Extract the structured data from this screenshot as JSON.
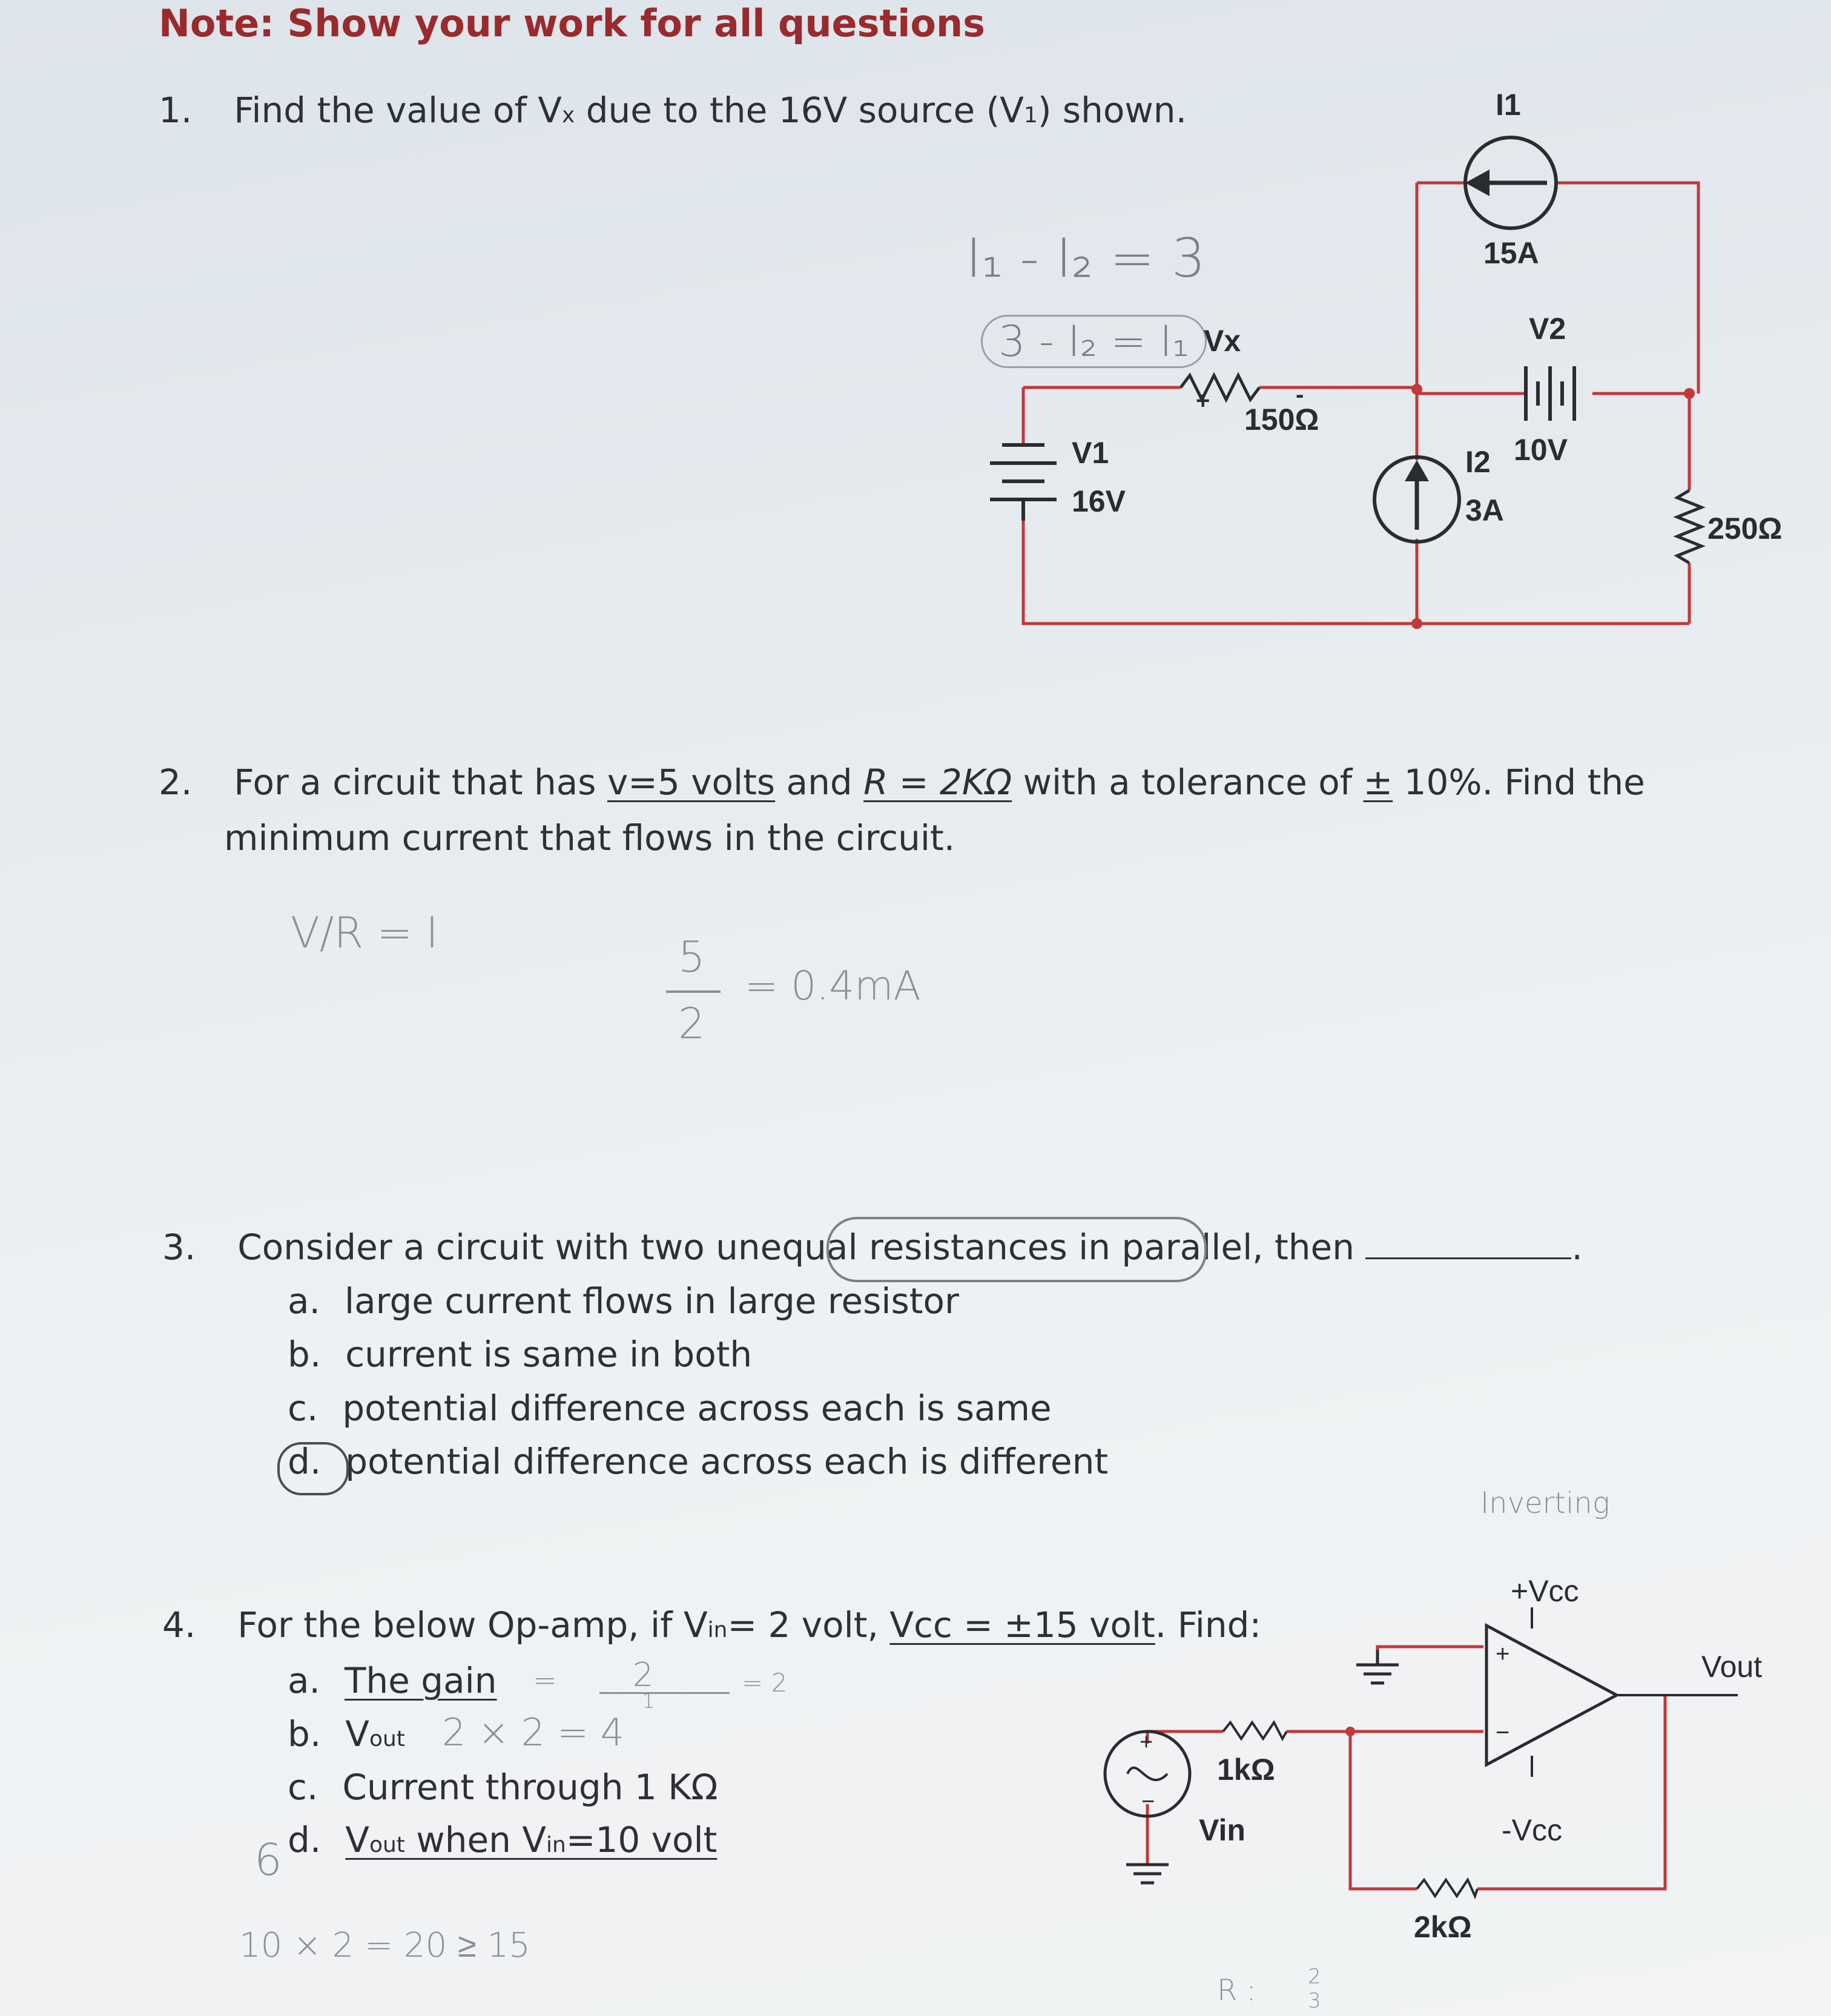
{
  "note": "Note: Show your work for all questions",
  "q1": {
    "num": "1.",
    "text_a": "Find the value of V",
    "text_sub_x": "x",
    "text_b": " due to the 16V source (V",
    "text_sub_1": "1",
    "text_c": ") shown."
  },
  "circuit1": {
    "labels": {
      "i1": "I1",
      "i1_val": "15A",
      "v2": "V2",
      "v2_val": "10V",
      "vx": "Vx",
      "r1": "150Ω",
      "v1": "V1",
      "v1_val": "16V",
      "i2": "I2",
      "i2_val": "3A",
      "r2": "250Ω",
      "plus": "+",
      "minus": "-"
    },
    "wire_color": "#c0393b"
  },
  "q1_handwritten": {
    "eq1": "I₁ - I₂ = 3",
    "eq2": "3 - I₂ = I₁"
  },
  "q2": {
    "num": "2.",
    "text_a": "For a circuit that has ",
    "v_part": "v=5 volts",
    "text_b": " and ",
    "r_part": "R = 2KΩ",
    "text_c": " with a tolerance of ",
    "pm": "±",
    "text_d": " 10%. Find the",
    "line2": "minimum current that flows in the circuit."
  },
  "q2_handwritten": {
    "frac_left": "V/R = I",
    "num": "5",
    "den": "2",
    "result": "= 0.4mA"
  },
  "q3": {
    "num": "3.",
    "text": "Consider a circuit with two unequal resistances in parallel, then",
    "blank_tail": ".",
    "options": [
      {
        "letter": "a.",
        "text": "large current flows in large resistor"
      },
      {
        "letter": "b.",
        "text": "current is same in both"
      },
      {
        "letter": "c.",
        "text": "potential difference across each is same"
      },
      {
        "letter": "d.",
        "text": "potential difference across each is different"
      }
    ]
  },
  "q4": {
    "num": "4.",
    "text_a": "For the below Op-amp, if V",
    "sub_in": "in",
    "text_b": "= 2 volt, ",
    "vcc_part": "Vcc = ±15 volt",
    "text_c": ". Find:",
    "options": [
      {
        "letter": "a.",
        "text": "The gain"
      },
      {
        "letter": "b.",
        "text": "V",
        "sub": "out"
      },
      {
        "letter": "c.",
        "text": "Current through 1 KΩ"
      },
      {
        "letter": "d.",
        "text": "V",
        "sub": "out",
        "tail_a": " when V",
        "sub2": "in",
        "tail_b": "=10 volt"
      }
    ]
  },
  "q4_handwritten": {
    "gain_eq": "=",
    "gain_frac_num": "2",
    "gain_frac_den": "1",
    "gain_result": "= 2",
    "vout": "2 × 2 = 4",
    "bottom": "10 × 2 = 20 ≥ 15",
    "inverting": "Inverting",
    "r_note_lhs": "R :",
    "r_note_num": "2",
    "r_note_den": "3",
    "mark_6": "6"
  },
  "circuit2": {
    "labels": {
      "vcc_pos": "+Vcc",
      "vcc_neg": "-Vcc",
      "vout": "Vout",
      "r1": "1kΩ",
      "r2": "2kΩ",
      "vin": "Vin",
      "plus": "+",
      "minus": "−"
    },
    "wire_color": "#c0393b"
  }
}
